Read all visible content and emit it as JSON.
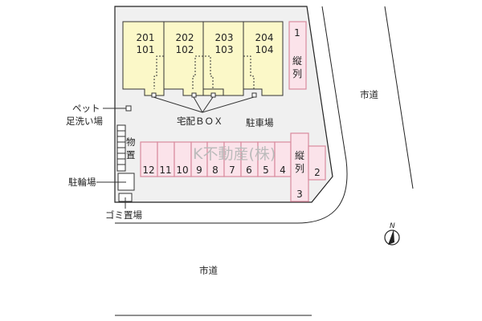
{
  "units": [
    {
      "upper": "201",
      "lower": "101"
    },
    {
      "upper": "202",
      "lower": "102"
    },
    {
      "upper": "203",
      "lower": "103"
    },
    {
      "upper": "204",
      "lower": "104"
    }
  ],
  "parking": {
    "spot1": {
      "number": "1",
      "note1": "縦",
      "note2": "列"
    },
    "spot3": {
      "number": "3",
      "note1": "縦",
      "note2": "列"
    },
    "spot2": {
      "number": "2"
    },
    "row": [
      "12",
      "11",
      "10",
      "9",
      "8",
      "7",
      "6",
      "5",
      "4"
    ],
    "label": "駐車場"
  },
  "labels": {
    "delivery_box": "宅配ＢＯＸ",
    "pet_wash_1": "ペット",
    "pet_wash_2": "足洗い場",
    "storage_1": "物",
    "storage_2": "置",
    "bicycle": "駐輪場",
    "garbage": "ゴミ置場",
    "road_east": "市道",
    "road_south": "市道",
    "north": "N",
    "watermark": "K不動産(株)"
  },
  "colors": {
    "building": "#fbf8c8",
    "parking": "#fbe3ea",
    "parking_border": "#d98a9e",
    "lot": "#f0f0f0"
  }
}
